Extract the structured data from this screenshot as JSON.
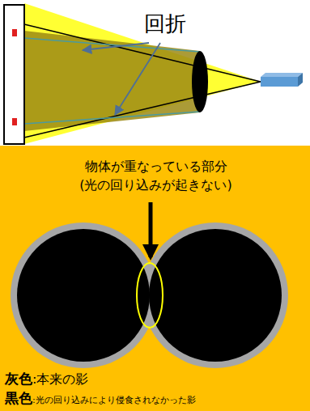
{
  "diagram": {
    "labels": [
      "回折",
      "物体が重なっている部分 (光の回り込みが起きない)",
      "灰色",
      ":本来の影",
      "黒色",
      ":光の回り込みにより侵食されなかった影"
    ]
  }
}
